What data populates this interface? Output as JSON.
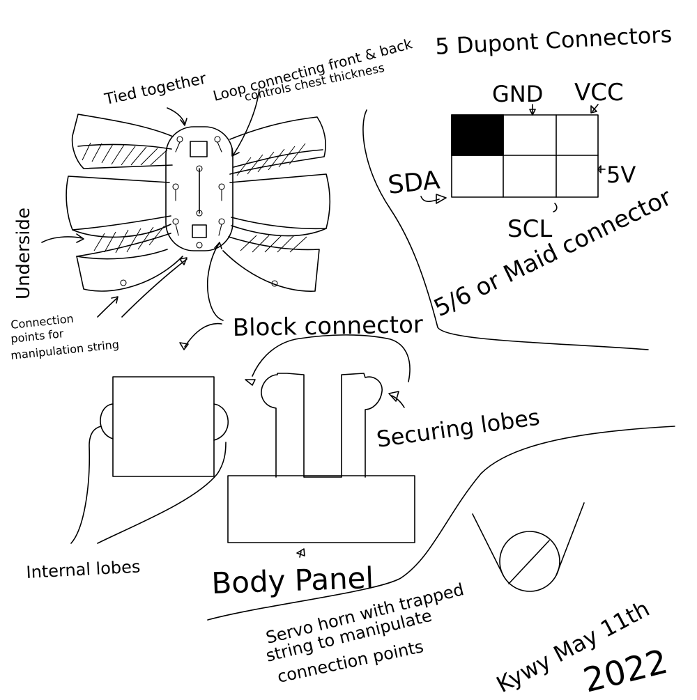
{
  "labels": {
    "dupont": "5 Dupont Connectors",
    "gnd": "GND",
    "vcc": "VCC",
    "sda": "SDA",
    "five_v": "5V",
    "scl": "SCL",
    "maid": "5/6 or Maid connector",
    "tied": "Tied together",
    "loop_line1": "Loop connecting front & back",
    "loop_line2": "controls chest thickness",
    "underside": "Underside",
    "conn_line1": "Connection",
    "conn_line2": "points for",
    "conn_line3": "manipulation string",
    "block": "Block connector",
    "securing": "Securing lobes",
    "internal": "Internal lobes",
    "body_panel": "Body Panel",
    "servo_line1": "Servo horn with trapped",
    "servo_line2": "string to manipulate",
    "servo_line3": "connection points",
    "signature": "Kywy May 11th",
    "year": "2022"
  },
  "colors": {
    "ink": "#000000",
    "paper": "#ffffff"
  }
}
